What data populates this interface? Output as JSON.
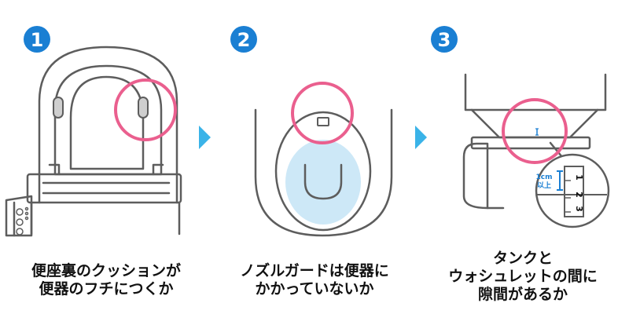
{
  "colors": {
    "step_badge": "#1a7fd3",
    "arrow": "#3ab3e8",
    "highlight_ring": "#ea5f8e",
    "line_art": "#5d5d5d",
    "water": "#cde8f7",
    "caption_text": "#111111",
    "ruler_mark": "#1a7fd3"
  },
  "steps": [
    {
      "number": "1",
      "caption_lines": [
        "便座裏のクッションが",
        "便器のフチにつくか"
      ]
    },
    {
      "number": "2",
      "caption_lines": [
        "ノズルガードは便器に",
        "かかっていないか"
      ]
    },
    {
      "number": "3",
      "caption_lines": [
        "タンクと",
        "ウォシュレットの間に",
        "隙間があるか"
      ]
    }
  ],
  "ruler": {
    "label_lines": [
      "1cm",
      "以上"
    ],
    "ticks": [
      "1",
      "2",
      "3"
    ]
  }
}
